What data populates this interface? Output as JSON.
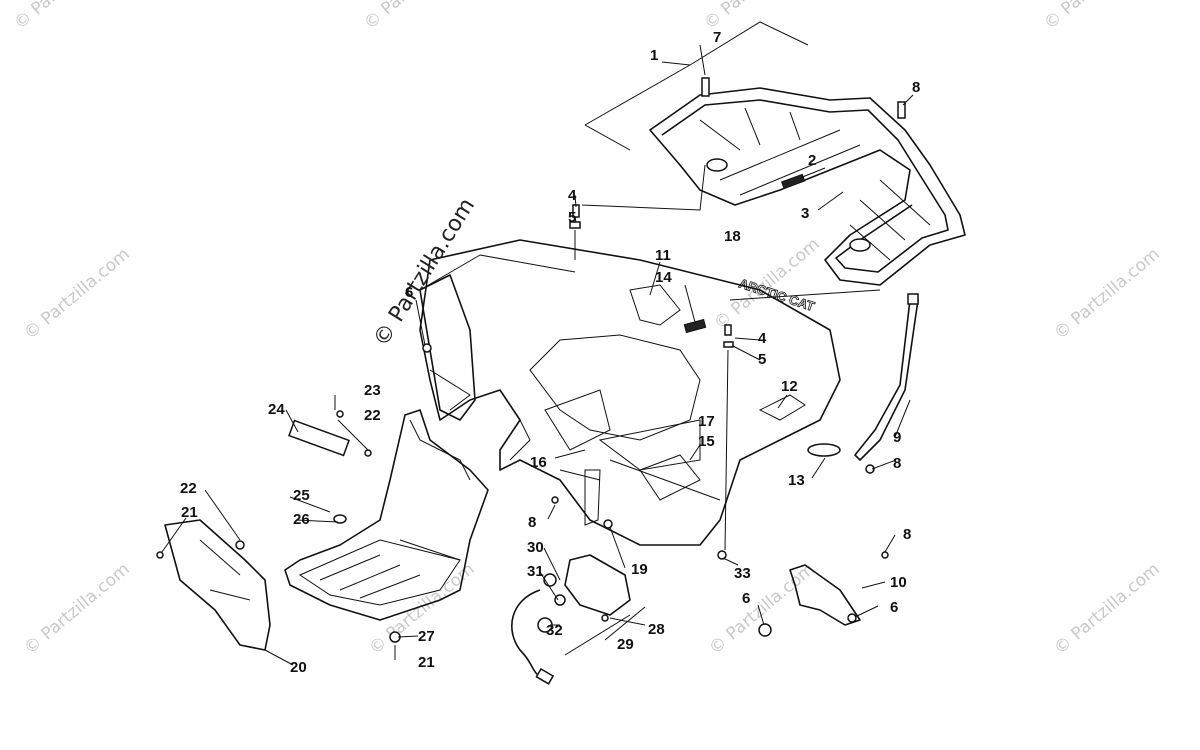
{
  "watermarks": {
    "main": "© Partzilla.com",
    "faint": "© Partzilla.com"
  },
  "decal_text": "ARCTIC CAT",
  "callouts": {
    "c1": "1",
    "c2": "2",
    "c3": "3",
    "c4a": "4",
    "c4b": "4",
    "c5a": "5",
    "c5b": "5",
    "c6a": "6",
    "c6b": "6",
    "c6c": "6",
    "c7": "7",
    "c8a": "8",
    "c8b": "8",
    "c8c": "8",
    "c8d": "8",
    "c9": "9",
    "c10": "10",
    "c11": "11",
    "c12": "12",
    "c13": "13",
    "c14": "14",
    "c15": "15",
    "c16": "16",
    "c17": "17",
    "c18": "18",
    "c19": "19",
    "c20": "20",
    "c21a": "21",
    "c21b": "21",
    "c22a": "22",
    "c22b": "22",
    "c23": "23",
    "c24": "24",
    "c25": "25",
    "c26": "26",
    "c27": "27",
    "c28": "28",
    "c29": "29",
    "c30": "30",
    "c31": "31",
    "c32": "32",
    "c33": "33"
  }
}
